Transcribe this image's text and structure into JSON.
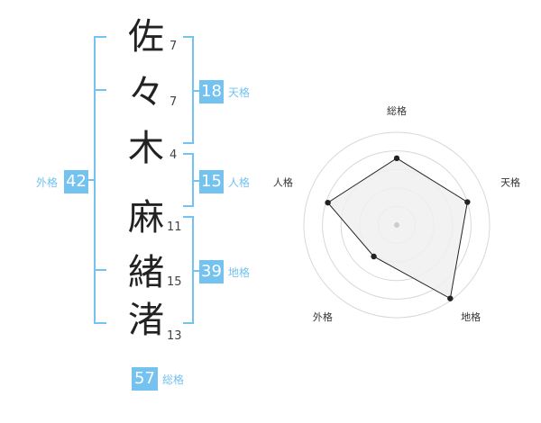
{
  "characters": [
    {
      "char": "佐",
      "strokes": "7"
    },
    {
      "char": "々",
      "strokes": "7"
    },
    {
      "char": "木",
      "strokes": "4"
    },
    {
      "char": "麻",
      "strokes": "11"
    },
    {
      "char": "緒",
      "strokes": "15"
    },
    {
      "char": "渚",
      "strokes": "13"
    }
  ],
  "kaku": {
    "tenkaku": {
      "value": "18",
      "label": "天格"
    },
    "jinkaku": {
      "value": "15",
      "label": "人格"
    },
    "chikaku": {
      "value": "39",
      "label": "地格"
    },
    "gaikaku": {
      "value": "42",
      "label": "外格"
    },
    "soukaku": {
      "value": "57",
      "label": "総格"
    }
  },
  "radar": {
    "axes": [
      "総格",
      "天格",
      "地格",
      "外格",
      "人格"
    ],
    "values": [
      0.72,
      0.8,
      0.98,
      0.42,
      0.78
    ],
    "colors": {
      "fill": "#f0f0f0",
      "line": "#222222",
      "rings": "#d8d8d8",
      "center": "#cccccc"
    }
  }
}
